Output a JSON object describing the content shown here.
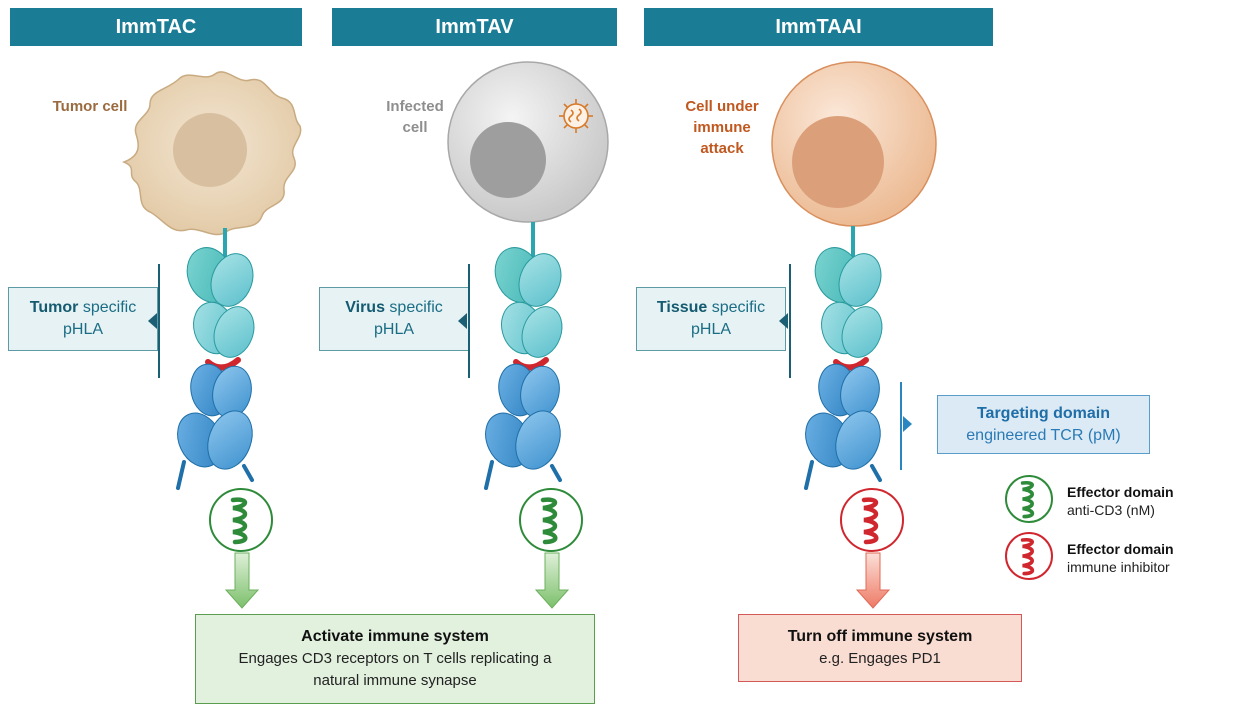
{
  "headers": [
    "ImmTAC",
    "ImmTAV",
    "ImmTAAI"
  ],
  "cells": {
    "tumor": "Tumor cell",
    "infected_1": "Infected",
    "infected_2": "cell",
    "attack_1": "Cell under",
    "attack_2": "immune",
    "attack_3": "attack"
  },
  "specific": [
    {
      "bold": "Tumor",
      "rest": " specific",
      "line2": "pHLA"
    },
    {
      "bold": "Virus",
      "rest": " specific",
      "line2": "pHLA"
    },
    {
      "bold": "Tissue",
      "rest": " specific",
      "line2": "pHLA"
    }
  ],
  "targeting": {
    "title": "Targeting domain",
    "sub": "engineered TCR (pM)"
  },
  "legend": [
    {
      "title": "Effector domain",
      "sub": "anti-CD3 (nM)"
    },
    {
      "title": "Effector domain",
      "sub": "immune inhibitor"
    }
  ],
  "outcome_activate": {
    "title": "Activate immune system",
    "line1": "Engages CD3 receptors on T cells replicating a",
    "line2": "natural immune synapse"
  },
  "outcome_off": {
    "title": "Turn off immune system",
    "sub": "e.g. Engages PD1"
  },
  "colors": {
    "header": "#1b7c96",
    "tumor_label": "#9b6b3f",
    "infected_label": "#8e8e8e",
    "attack_label": "#c0581f",
    "effector_green": "#2e8b3a",
    "effector_red": "#d0262e"
  }
}
